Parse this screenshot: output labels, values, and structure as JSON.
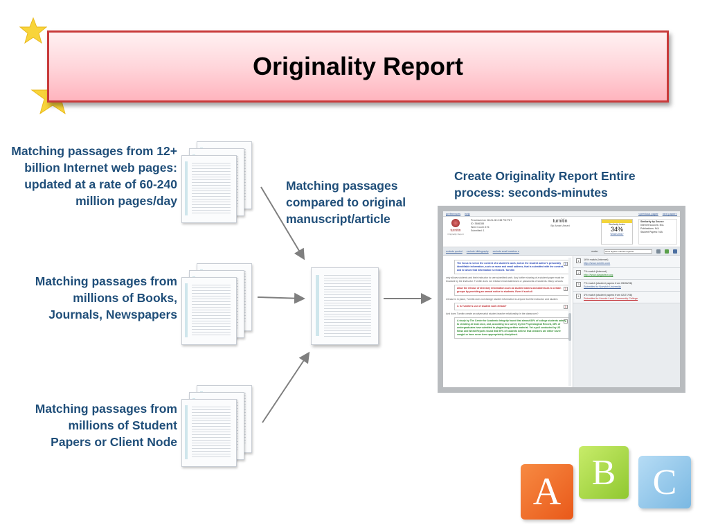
{
  "slide": {
    "title": "Originality Report",
    "sources": [
      {
        "label": "Matching passages from 12+ billion Internet web pages: updated at a rate of 60-240 million pages/day"
      },
      {
        "label": "Matching passages from millions of Books, Journals, Newspapers"
      },
      {
        "label": "Matching passages from millions of Student Papers or Client Node"
      }
    ],
    "middle_label": "Matching passages compared to original manuscript/article",
    "result_label": "Create Originality Report Entire process: seconds-minutes",
    "blocks": [
      "A",
      "B",
      "C"
    ],
    "colors": {
      "label_blue": "#1f4e79",
      "banner_border": "#c83a3a",
      "banner_fill": "#ffc4cc",
      "block_a": "#f26a22",
      "block_b": "#9ed23a",
      "block_c": "#8ec6ea",
      "star": "#f8d43a"
    }
  },
  "report": {
    "top_links": [
      "preferences",
      "help"
    ],
    "top_right_links": [
      "<previous paper",
      "next paper>"
    ],
    "brand": "turnitin",
    "brand_sub": "Originality Report",
    "meta": [
      "Processed on: 08-21-08 2:38 PM PDT",
      "ID: 3586288",
      "Word Count: 476",
      "Submitted: 1"
    ],
    "title": "turnitin",
    "by": "By Amari Amari",
    "similarity_label": "Similarity Index",
    "similarity_value": "34%",
    "similarity_link": "What's this?",
    "similarity_by_source": "Similarity by Source",
    "source_breakdown": [
      {
        "name": "Internet Sources:",
        "value": "N/A"
      },
      {
        "name": "Publications:",
        "value": "N/A"
      },
      {
        "name": "Student Papers:",
        "value": "N/A"
      }
    ],
    "toolbar_links": [
      "exclude quoted",
      "exclude bibliography",
      "exclude small matches ▾"
    ],
    "mode_label": "mode:",
    "mode_value": "show highest matches together",
    "passages": [
      {
        "num": "3",
        "color": "blue",
        "text": "The focus is not on the content of a student's work, but on the student author's personally identifiable information, such as name and email address, that is submitted with the content, and to whom that information is released. Turnitin"
      },
      {
        "num": "",
        "color": "plain",
        "text": "only allows students and their instructor to see submitted work. Any further sharing of a student paper must be browsed by the instructor. Turnitin does not release email addresses or passwords of students. Many schools"
      },
      {
        "num": "1",
        "color": "red",
        "text": "allow the release of directory information such as student names and addresses to certain groups by providing an annual notice to students. Even if such di"
      },
      {
        "num": "",
        "color": "plain",
        "text": "release is in place, Turnitin does not divulge student information to anyone but the instructor and student."
      },
      {
        "num": "1",
        "color": "red",
        "text": "3. Is Turnitin's use of student work ethical?"
      },
      {
        "num": "",
        "color": "plain",
        "text": "And does Turnitin create an adversarial student-teacher relationship in the classroom?"
      },
      {
        "num": "2",
        "color": "green",
        "text": "A study by The Center for Academic Integrity found that almost 80% of college students admit to cheating at least once, and, according to a survey by the Psychological Record, 36% of undergraduates have admitted to plagiarizing written material. Yet a poll conducted by US News and World Reports found that 90% of students believe that cheaters are either never caught or have never been appropriately disciplined."
      }
    ],
    "matches": [
      {
        "num": "1",
        "color": "blue",
        "pct": "16% match (Internet)",
        "source": "http://www.turnitin.com"
      },
      {
        "num": "2",
        "color": "green",
        "pct": "7% match (Internet)",
        "source": "http://www.plagiarism.org"
      },
      {
        "num": "3",
        "color": "blue",
        "pct": "7% match (student papers from 05/08/06)",
        "source": "Submitted to Norwich University"
      },
      {
        "num": "4",
        "color": "red",
        "pct": "4% match (student papers from 02/27/06)",
        "source": "Submitted to Lincoln Land Community College"
      }
    ]
  }
}
